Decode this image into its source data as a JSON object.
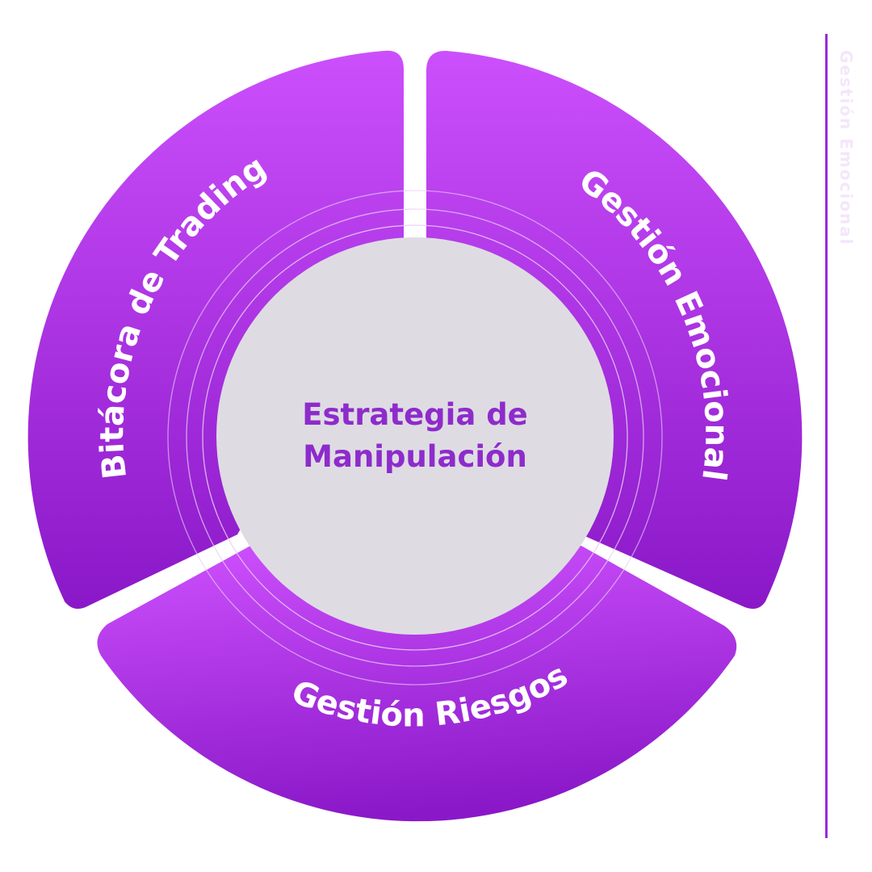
{
  "diagram": {
    "center": {
      "lines": [
        "Estrategia de",
        "Manipulación"
      ]
    },
    "segments": [
      {
        "key": "top_left",
        "label": "Bitácora de Trading"
      },
      {
        "key": "top_right",
        "label": "Gestión Emocional"
      },
      {
        "key": "bottom",
        "label": "Gestión Riesgos"
      }
    ]
  },
  "colors": {
    "segment_top": "#cc4ffc",
    "segment_bottom": "#8a18c8",
    "center_fill": "#dedce2",
    "center_text": "#8e2bcc",
    "ring_line": "#e8cdf5",
    "side_rule": "#9a2ad8"
  }
}
